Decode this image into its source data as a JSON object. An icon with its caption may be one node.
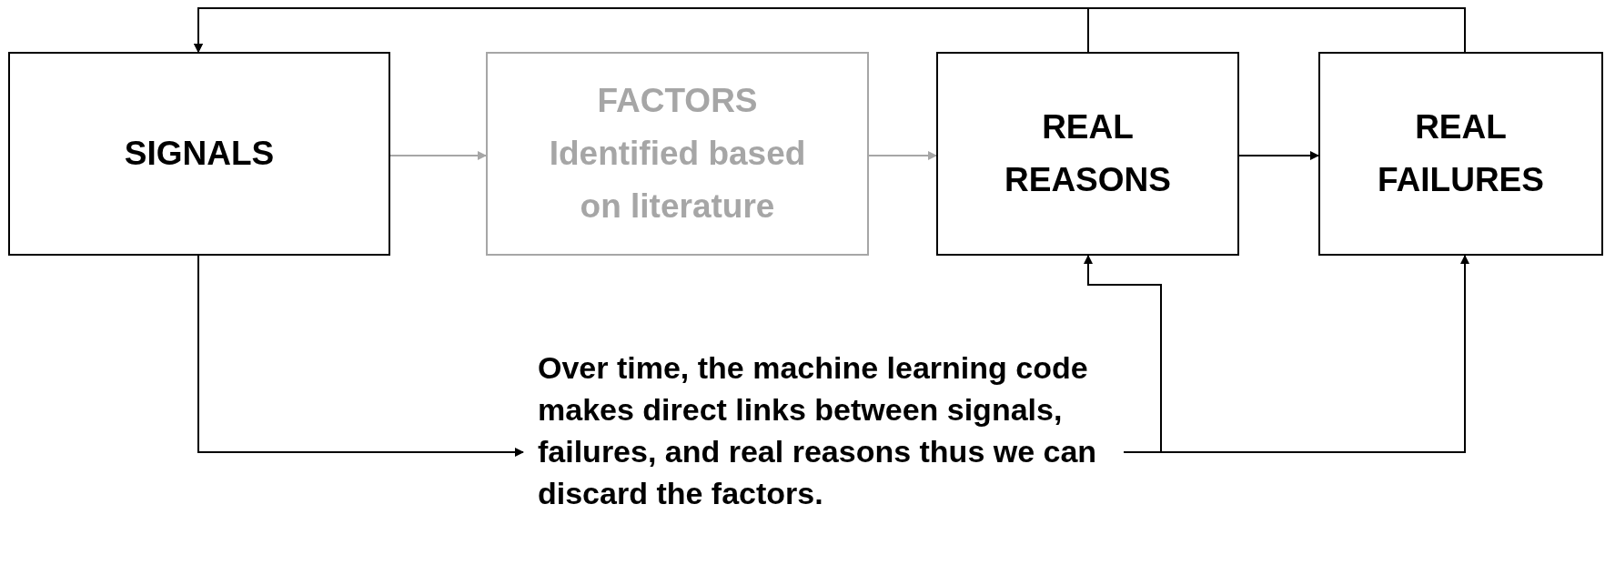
{
  "diagram": {
    "nodes": [
      {
        "text": [
          "SIGNALS"
        ]
      },
      {
        "text": [
          "FACTORS Identified based on literature"
        ]
      },
      {
        "text": [
          "REAL REASONS"
        ]
      },
      {
        "text": [
          "REAL FAILURES"
        ]
      },
      {
        "text": [
          "Over time, the machine learning code makes direct links between signals, failures, and real reasons thus we can discard the factors."
        ]
      }
    ],
    "edges": [
      {
        "from": 0,
        "to": 1,
        "arrow": "to",
        "color": "#a6a6a6"
      },
      {
        "from": 1,
        "to": 2,
        "arrow": "to",
        "color": "#a6a6a6"
      },
      {
        "from": 2,
        "to": 3,
        "arrow": "to"
      },
      {
        "from": 2,
        "to": 0,
        "arrow": "to"
      },
      {
        "from": 3,
        "to": 0,
        "arrow": "to"
      },
      {
        "from": 0,
        "to": 4,
        "arrow": "to"
      },
      {
        "from": 4,
        "to": 3,
        "arrow": "to"
      },
      {
        "from": 4,
        "to": 2,
        "arrow": "to"
      }
    ]
  }
}
